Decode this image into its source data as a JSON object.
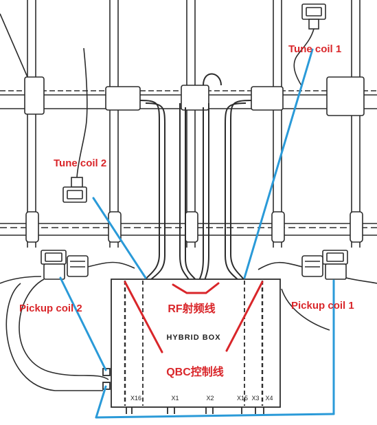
{
  "labels": {
    "tune_coil_1": "Tune coil 1",
    "tune_coil_2": "Tune coil 2",
    "pickup_coil_1": "Pickup coil 1",
    "pickup_coil_2": "Pickup coil 2",
    "rf_line": "RF射频线",
    "qbc_line": "QBC控制线",
    "hybrid_box": "HYBRID BOX"
  },
  "terminals": [
    "X16",
    "X1",
    "X2",
    "X15",
    "X3",
    "X4"
  ],
  "colors": {
    "annotation_red": "#d9262a",
    "annotation_blue": "#2a9ad8",
    "drawing_ink": "#2b2b2b"
  }
}
